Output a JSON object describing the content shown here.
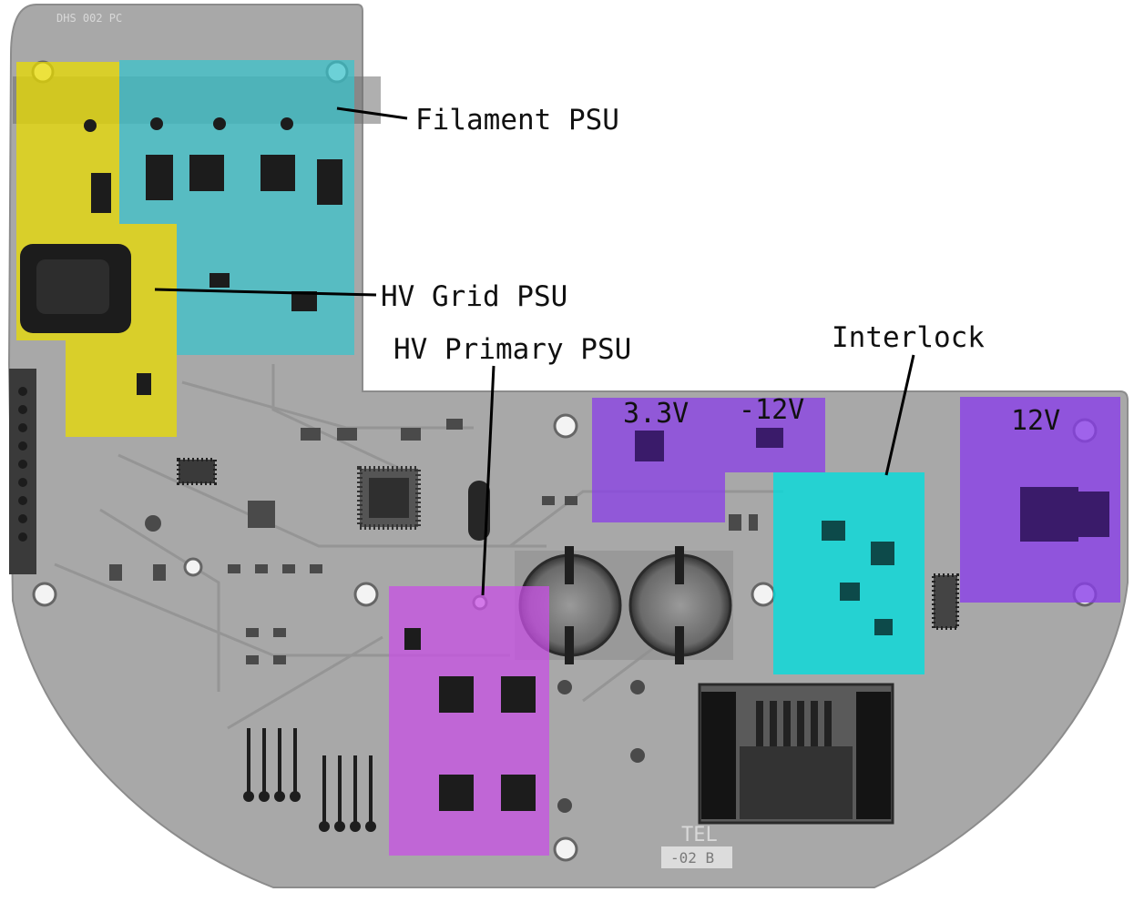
{
  "board": {
    "silkscreen_top": "DHS 002 PC",
    "silkscreen_bottom": "-02 B",
    "silkscreen_logo": "TEL"
  },
  "labels": {
    "filament_psu": "Filament PSU",
    "hv_grid_psu": "HV Grid PSU",
    "hv_primary_psu": "HV Primary PSU",
    "interlock": "Interlock",
    "v33": "3.3V",
    "vneg12": "-12V",
    "v12": "12V"
  },
  "colors": {
    "pcb": "#a9a9a9",
    "pcb_dark": "#7d7d7d",
    "filament": "#38c4cc",
    "hv_grid": "#e9dc00",
    "hv_primary": "#c850e6",
    "interlock": "#00dede",
    "power_rails": "#8a3ee8",
    "component": "#2b2b2b"
  }
}
